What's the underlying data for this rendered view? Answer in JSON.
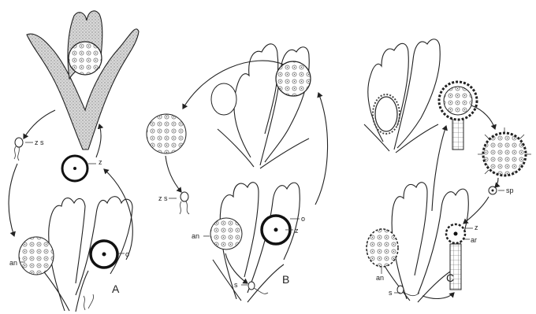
{
  "panels": {
    "A": {
      "letter": "A",
      "labels": {
        "zoospore": "z s",
        "zygote": "z",
        "oogonium": "o",
        "antheridium": "an"
      }
    },
    "B": {
      "letter": "B",
      "labels": {
        "zoospore": "z s",
        "antheridium": "an",
        "sperm": "s",
        "oogonium": "o",
        "zygote": "z"
      }
    },
    "C": {
      "letter": "C",
      "labels": {
        "spore": "sp",
        "zygote": "z",
        "archegonium": "ar",
        "antheridium": "an",
        "sperm": "s"
      }
    }
  }
}
